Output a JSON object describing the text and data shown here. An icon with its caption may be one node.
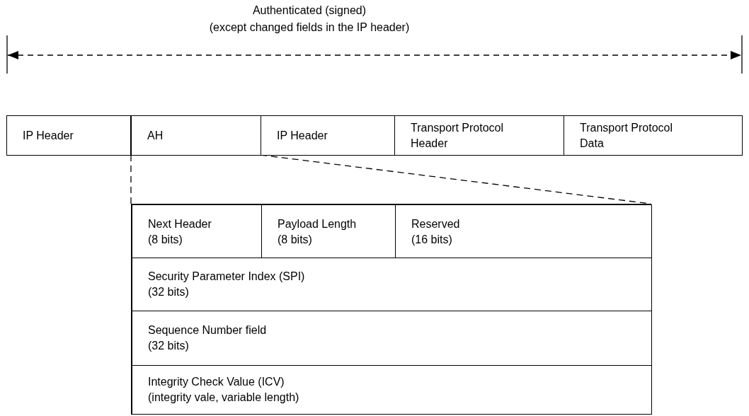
{
  "diagram": {
    "nodes": [
      {
        "text": [
          "IP Header"
        ]
      },
      {
        "text": [
          "AH"
        ]
      },
      {
        "text": [
          "IP Header"
        ]
      },
      {
        "text": [
          "Transport Protocol Header"
        ]
      },
      {
        "text": [
          "Transport Protocol Data"
        ]
      },
      {
        "text": [],
        "shape": "box"
      },
      {
        "text": [
          "Next Header",
          "(8 bits)"
        ],
        "in": 5
      },
      {
        "text": [
          "Payload Length",
          "(8 bits)"
        ],
        "in": 5
      },
      {
        "text": [
          "Reserved",
          "(16 bits)"
        ],
        "in": 5
      },
      {
        "text": [
          "Security Parameter Index (SPI)",
          "(32 bits)"
        ],
        "in": 5
      },
      {
        "text": [
          "Sequence Number field",
          "(32 bits)"
        ],
        "in": 5
      },
      {
        "text": [
          "Integrity Check Value (ICV)",
          "(integrity vale, variable length)"
        ],
        "in": 5
      }
    ],
    "edges": [
      {
        "from": 1,
        "to": 5,
        "arrow": "none",
        "style": "dashed"
      },
      {
        "from": 1,
        "to": 5,
        "arrow": "none",
        "style": "dashed"
      }
    ],
    "labels": [
      "Authenticated (signed)",
      "(except changed fields in the IP header)"
    ]
  }
}
